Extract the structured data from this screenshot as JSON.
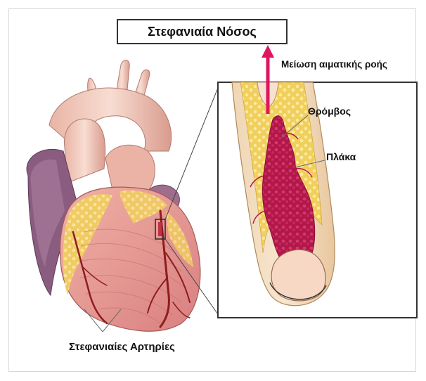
{
  "title": "Στεφανιαία Νόσος",
  "labels": {
    "reduced_flow": "Μείωση αιματικής ροής",
    "thrombus": "Θρόμβος",
    "plaque": "Πλάκα",
    "coronary_arteries": "Στεφανιαίες Αρτηρίες"
  },
  "colors": {
    "arrow": "#e0155f",
    "muscle": "#e89a95",
    "fat": "#f2d96a",
    "vessel_wall": "#f4c9a6",
    "clot": "#b5184a",
    "aorta": "#f0c7b8",
    "dark_vein": "#7a4d6e"
  }
}
